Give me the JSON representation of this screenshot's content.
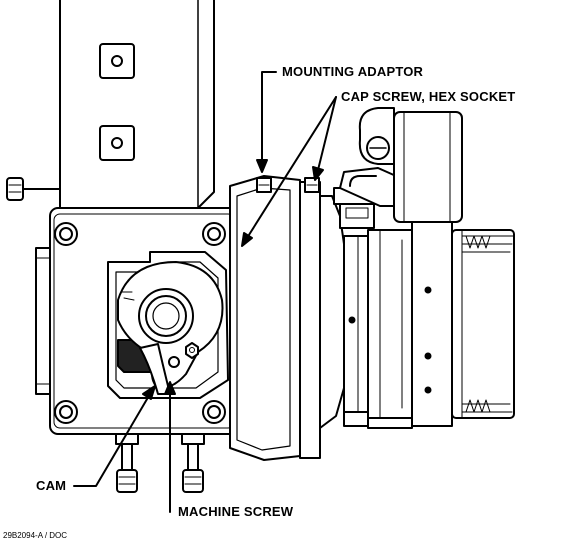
{
  "labels": {
    "mounting_adaptor": "MOUNTING ADAPTOR",
    "cap_screw": "CAP SCREW, HEX SOCKET",
    "cam": "CAM",
    "machine_screw": "MACHINE SCREW"
  },
  "document_id": "29B2094-A / DOC",
  "colors": {
    "line": "#000000",
    "fill": "#ffffff",
    "shade": "#222222"
  }
}
